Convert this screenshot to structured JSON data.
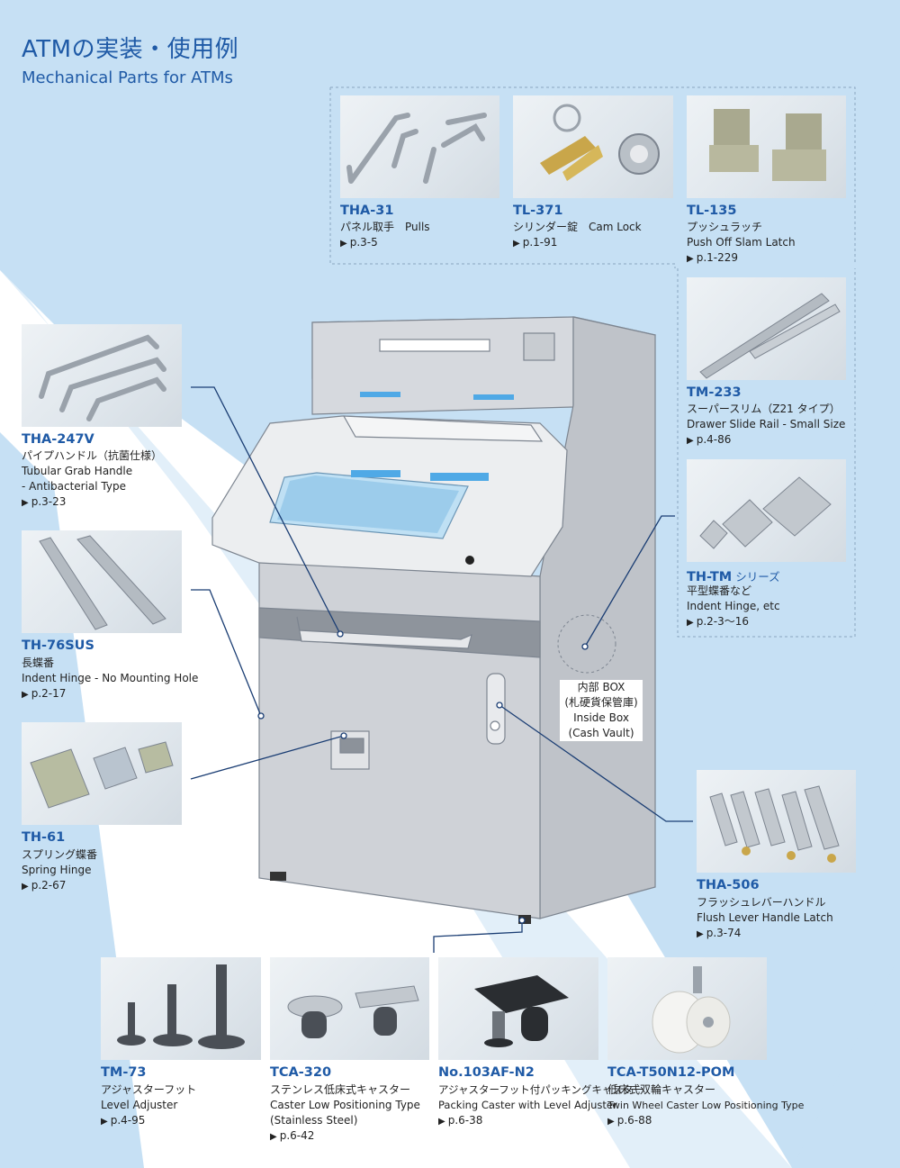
{
  "header": {
    "title_jp": "ATMの実装・使用例",
    "title_en": "Mechanical Parts for ATMs"
  },
  "colors": {
    "accent": "#1f5aa6",
    "light_blue": "#c4dff3",
    "line": "#1a3d73"
  },
  "inside_box": {
    "line1": "内部 BOX",
    "line2": "(札硬貨保管庫)",
    "line3": "Inside Box",
    "line4": "(Cash Vault)"
  },
  "products": {
    "tha31": {
      "code": "THA-31",
      "line1": "パネル取手　Pulls",
      "page": "p.3-5"
    },
    "tl371": {
      "code": "TL-371",
      "line1": "シリンダー錠　Cam Lock",
      "page": "p.1-91"
    },
    "tl135": {
      "code": "TL-135",
      "line1": "プッシュラッチ",
      "line2": "Push Off Slam Latch",
      "page": "p.1-229"
    },
    "tm233": {
      "code": "TM-233",
      "line1": "スーパースリム（Z21 タイプ）",
      "line2": "Drawer Slide Rail - Small Size",
      "page": "p.4-86"
    },
    "thtm": {
      "code": "TH-TM",
      "series": " シリーズ",
      "line1": "平型蝶番など",
      "line2": "Indent Hinge, etc",
      "page": "p.2-3～16"
    },
    "tha247v": {
      "code": "THA-247V",
      "line1": "パイプハンドル（抗菌仕様）",
      "line2": "Tubular Grab Handle",
      "line3": "- Antibacterial Type",
      "page": "p.3-23"
    },
    "th76sus": {
      "code": "TH-76SUS",
      "line1": "長蝶番",
      "line2": "Indent Hinge - No Mounting Hole",
      "page": "p.2-17"
    },
    "th61": {
      "code": "TH-61",
      "line1": "スプリング蝶番",
      "line2": "Spring Hinge",
      "page": "p.2-67"
    },
    "tha506": {
      "code": "THA-506",
      "line1": "フラッシュレバーハンドル",
      "line2": "Flush Lever Handle Latch",
      "page": "p.3-74"
    },
    "tm73": {
      "code": "TM-73",
      "line1": "アジャスターフット",
      "line2": "Level Adjuster",
      "page": "p.4-95"
    },
    "tca320": {
      "code": "TCA-320",
      "line1": "ステンレス低床式キャスター",
      "line2": "Caster Low Positioning Type",
      "line3": "(Stainless Steel)",
      "page": "p.6-42"
    },
    "no103": {
      "code": "No.103AF-N2",
      "line1": "アジャスターフット付パッキングキャスター",
      "line2": "Packing Caster with Level Adjuster",
      "page": "p.6-38"
    },
    "tcat50": {
      "code": "TCA-T50N12-POM",
      "line1": "低床式双輪キャスター",
      "line2": "Twin Wheel Caster Low Positioning Type",
      "page": "p.6-88"
    }
  }
}
